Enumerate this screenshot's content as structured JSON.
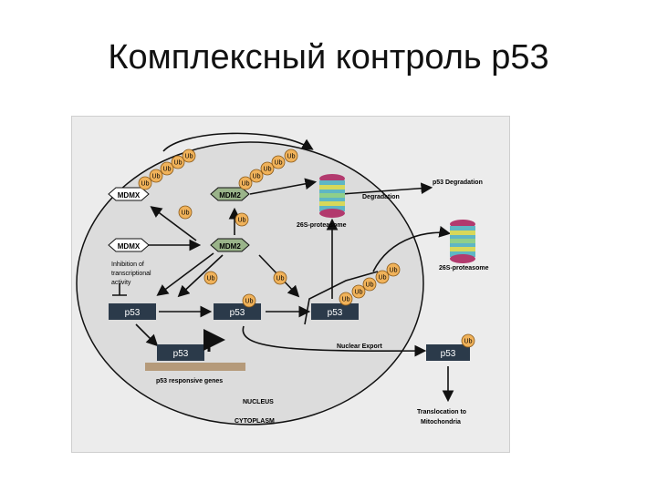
{
  "slide": {
    "title": "Комплексный контроль р53"
  },
  "diagram": {
    "nodes": {
      "mdmx_top": "MDMX",
      "mdm2_top": "MDM2",
      "mdmx_mid": "MDMX",
      "mdm2_mid": "MDM2",
      "p53_left": "p53",
      "p53_center": "p53",
      "p53_right": "p53",
      "p53_gene": "p53",
      "p53_outside": "p53"
    },
    "ub_label": "Ub",
    "labels": {
      "degradation": "Degradation",
      "proteasome_inner": "26S-proteasome",
      "p53_degradation": "p53 Degradation",
      "proteasome_outer": "26S-proteasome",
      "inhibition_1": "Inhibition of",
      "inhibition_2": "transcriptional",
      "inhibition_3": "activity",
      "nuclear_export": "Nuclear Export",
      "responsive_genes": "p53 responsive genes",
      "nucleus": "NUCLEUS",
      "cytoplasm": "CYTOPLASM",
      "translocation_1": "Translocation to",
      "translocation_2": "Mitochondria"
    },
    "colors": {
      "cell_fill": "#dcdcdc",
      "p53_box": "#2b3a4a",
      "mdm2_fill": "#9ab48a",
      "ub_fill": "#f0b25a",
      "proteasome_cap": "#b23a6e"
    }
  }
}
